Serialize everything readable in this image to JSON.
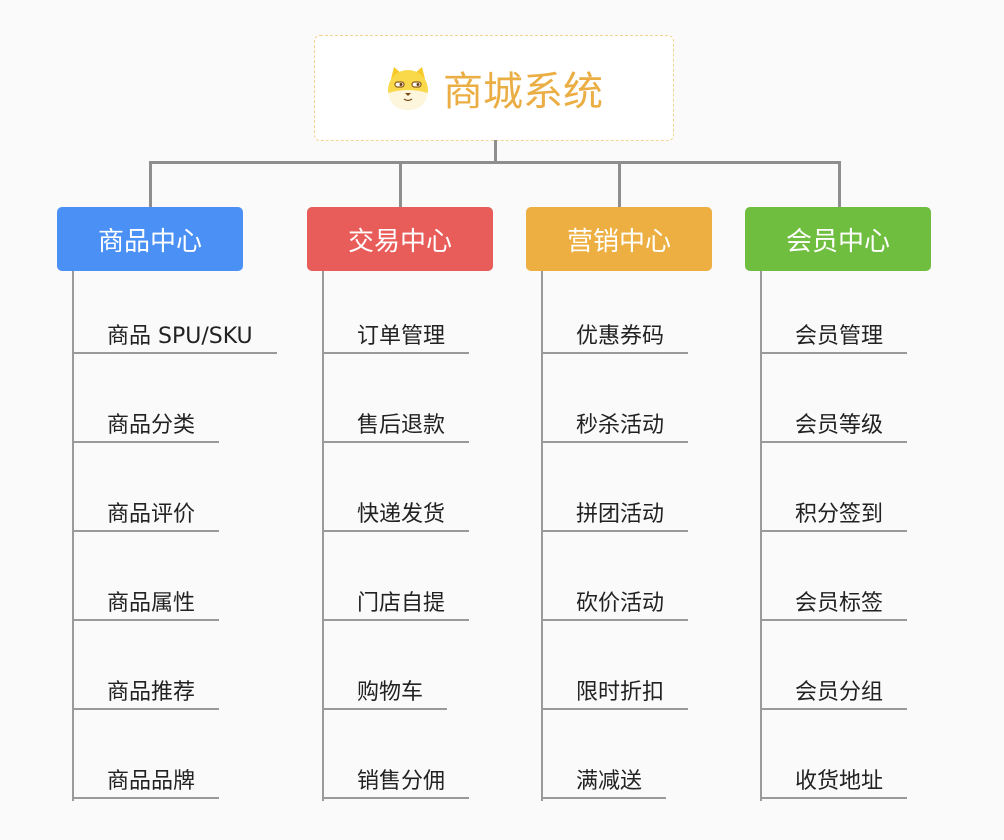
{
  "root": {
    "title": "商城系统",
    "icon": "shiba-dog-icon",
    "title_color": "#eaae45"
  },
  "categories": [
    {
      "label": "商品中心",
      "color": "#4a90f5",
      "items": [
        "商品 SPU/SKU",
        "商品分类",
        "商品评价",
        "商品属性",
        "商品推荐",
        "商品品牌"
      ]
    },
    {
      "label": "交易中心",
      "color": "#e85c5a",
      "items": [
        "订单管理",
        "售后退款",
        "快递发货",
        "门店自提",
        "购物车",
        "销售分佣"
      ]
    },
    {
      "label": "营销中心",
      "color": "#edaf41",
      "items": [
        "优惠券码",
        "秒杀活动",
        "拼团活动",
        "砍价活动",
        "限时折扣",
        "满减送"
      ]
    },
    {
      "label": "会员中心",
      "color": "#6fbe3f",
      "items": [
        "会员管理",
        "会员等级",
        "积分签到",
        "会员标签",
        "会员分组",
        "收货地址"
      ]
    }
  ]
}
